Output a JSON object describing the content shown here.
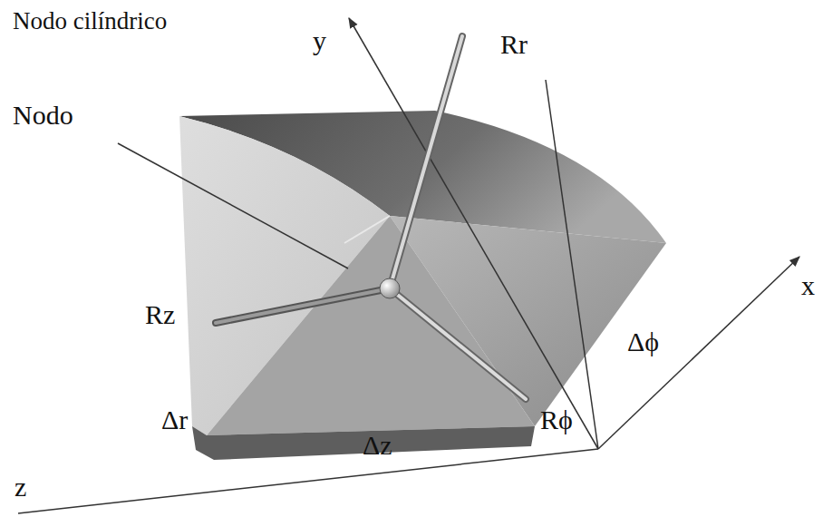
{
  "diagram": {
    "title": "Nodo cilíndrico",
    "labels": [
      "Nodo",
      "Rr",
      "y",
      "Rz",
      "x",
      "Δϕ",
      "Rϕ",
      "Δr",
      "Δz",
      "z"
    ]
  }
}
